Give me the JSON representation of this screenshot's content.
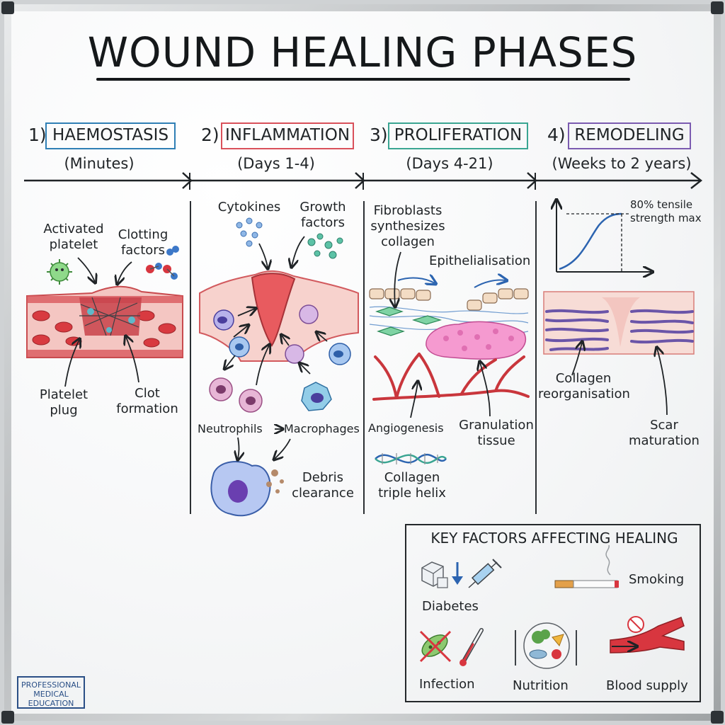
{
  "title": "WOUND HEALING PHASES",
  "phases": [
    {
      "num": "1)",
      "name": "HAEMOSTASIS",
      "duration": "(Minutes)",
      "color": "#2f7fb5"
    },
    {
      "num": "2)",
      "name": "INFLAMMATION",
      "duration": "(Days 1-4)",
      "color": "#d9505a"
    },
    {
      "num": "3)",
      "name": "PROLIFERATION",
      "duration": "(Days 4-21)",
      "color": "#3aa592"
    },
    {
      "num": "4)",
      "name": "REMODELING",
      "duration": "(Weeks to 2 years)",
      "color": "#7b5bb0"
    }
  ],
  "haemostasis": {
    "activated_platelet": "Activated\nplatelet",
    "clotting_factors": "Clotting\nfactors",
    "platelet_plug": "Platelet\nplug",
    "clot_formation": "Clot\nformation"
  },
  "inflammation": {
    "cytokines": "Cytokines",
    "growth_factors": "Growth\nfactors",
    "neutrophils": "Neutrophils",
    "macrophages": "Macrophages",
    "debris_clearance": "Debris\nclearance"
  },
  "proliferation": {
    "fibroblasts": "Fibroblasts\nsynthesizes\ncollagen",
    "epithelialisation": "Epithelialisation",
    "angiogenesis": "Angiogenesis",
    "granulation_tissue": "Granulation\ntissue",
    "collagen_helix": "Collagen\ntriple helix"
  },
  "remodeling": {
    "tensile": "80% tensile\nstrength max",
    "collagen_reorg": "Collagen\nreorganisation",
    "scar_maturation": "Scar\nmaturation"
  },
  "key_factors": {
    "heading": "KEY FACTORS AFFECTING HEALING",
    "diabetes": "Diabetes",
    "smoking": "Smoking",
    "infection": "Infection",
    "nutrition": "Nutrition",
    "blood_supply": "Blood supply"
  },
  "stamp": "PROFESSIONAL\nMEDICAL\nEDUCATION",
  "colors": {
    "ink": "#1f2326",
    "blood_red": "#d8363f",
    "tissue_pink": "#f2b7b4",
    "cell_purple": "#6f4fb2",
    "arrow_blue": "#2c64b0"
  }
}
